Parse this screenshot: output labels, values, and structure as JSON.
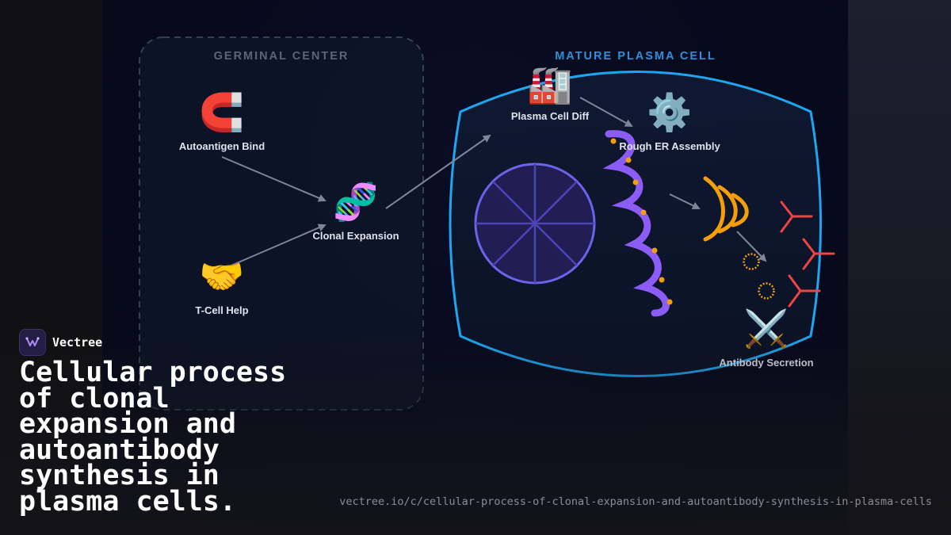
{
  "brand": {
    "name": "Vectree"
  },
  "caption": "Cellular process of clonal expansion and autoantibody synthesis in plasma cells.",
  "url": "vectree.io/c/cellular-process-of-clonal-expansion-and-autoantibody-synthesis-in-plasma-cells",
  "colors": {
    "germinal_border": "#334155",
    "germinal_title": "#5b6577",
    "cell_border": "#1ea7f0",
    "cell_title": "#2f8fd8",
    "nucleus": "#6b63e8",
    "rna": "#8b5cf6",
    "golgi": "#f59e0b",
    "antibody": "#ef4444",
    "arrow": "#7d8699"
  },
  "regions": {
    "germinal_center": {
      "title": "GERMINAL CENTER"
    },
    "plasma_cell": {
      "title": "MATURE PLASMA CELL"
    }
  },
  "nodes": {
    "autoantigen_bind": {
      "label": "Autoantigen Bind",
      "icon": "magnet-icon",
      "glyph": "🧲"
    },
    "t_cell_help": {
      "label": "T-Cell Help",
      "icon": "handshake-icon",
      "glyph": "🤝"
    },
    "clonal_expansion": {
      "label": "Clonal Expansion",
      "icon": "dna-icon",
      "glyph": "🧬"
    },
    "plasma_cell_diff": {
      "label": "Plasma Cell Diff",
      "icon": "factory-icon",
      "glyph": "🏭"
    },
    "rough_er_assembly": {
      "label": "Rough ER Assembly",
      "icon": "gear-icon",
      "glyph": "⚙️"
    },
    "antibody_secretion": {
      "label": "Antibody Secretion",
      "icon": "crossed-swords-icon",
      "glyph": "⚔️"
    }
  }
}
